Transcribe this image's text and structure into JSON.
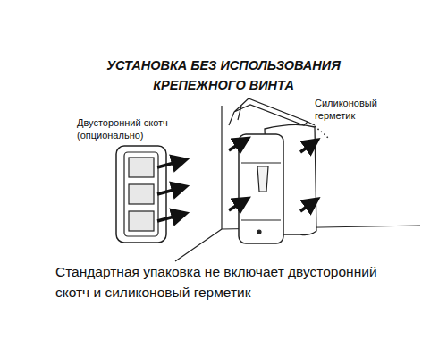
{
  "diagram": {
    "title": "УСТАНОВКА БЕЗ ИСПОЛЬЗОВАНИЯ КРЕПЕЖНОГО ВИНТА",
    "caption": "Стандартная упаковка не включает двусторонний скотч и силиконовый герметик",
    "labels": [
      "Двусторонний скотч (опционально)",
      "Силиконовый герметик"
    ]
  }
}
